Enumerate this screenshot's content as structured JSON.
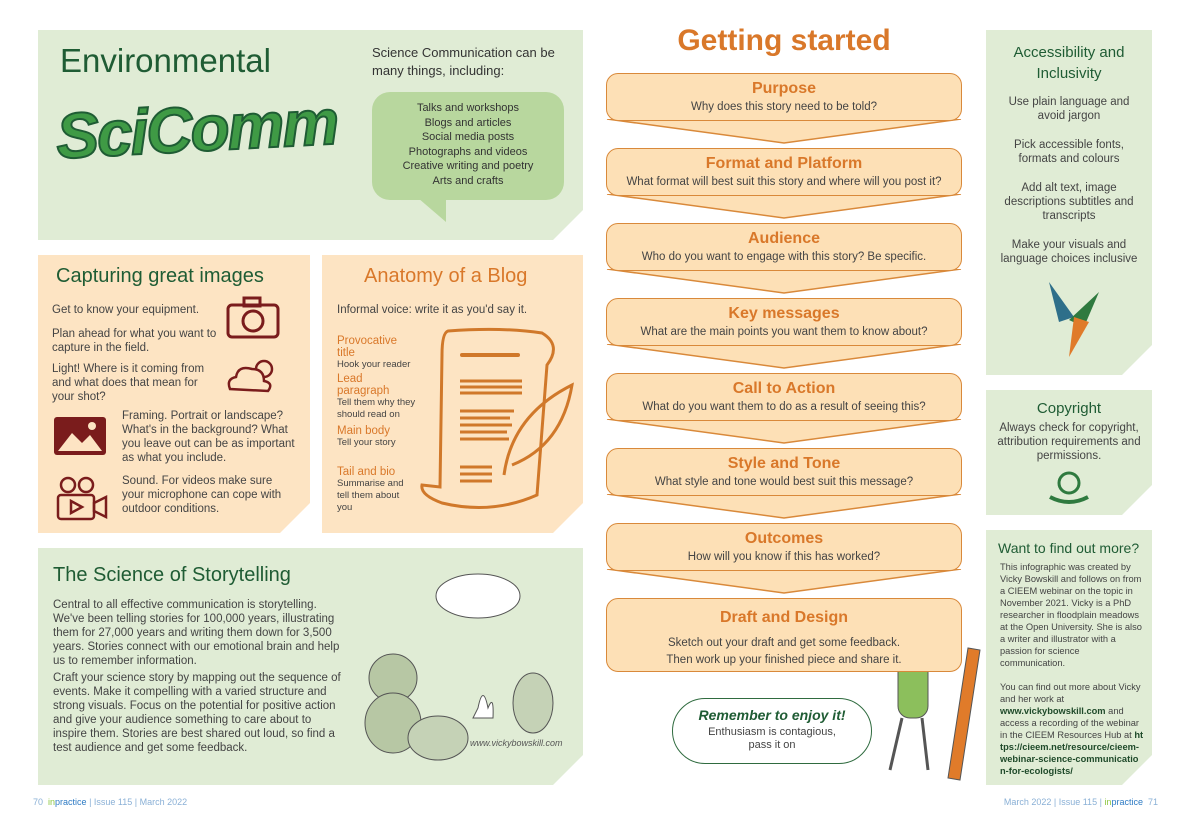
{
  "scicomm": {
    "title": "Environmental",
    "logo_text": "SciComm",
    "intro": "Science Communication can be many things, including:",
    "items": [
      "Talks and workshops",
      "Blogs and articles",
      "Social media posts",
      "Photographs and videos",
      "Creative writing and poetry",
      "Arts and crafts"
    ]
  },
  "images": {
    "title": "Capturing great images",
    "tips": [
      "Get to know your equipment.",
      "Plan ahead for what you want to capture in the field.",
      "Light! Where is it coming from and what does that mean for your shot?",
      "Framing. Portrait or landscape? What's in the background? What you leave out can be as important as what you include.",
      "Sound. For videos make sure your microphone can cope with outdoor conditions."
    ]
  },
  "blog": {
    "title": "Anatomy of a Blog",
    "intro": "Informal voice: write it as you'd say it.",
    "parts": [
      {
        "label": "Provocative title",
        "desc": "Hook your reader"
      },
      {
        "label": "Lead paragraph",
        "desc": "Tell them why  they should read on"
      },
      {
        "label": "Main body",
        "desc": "Tell your story"
      },
      {
        "label": "Tail and bio",
        "desc": "Summarise and tell them about you"
      }
    ]
  },
  "story": {
    "title": "The Science of Storytelling",
    "p1": "Central to all effective communication is storytelling. We've been telling stories for 100,000 years, illustrating them for 27,000 years and writing them down for 3,500 years. Stories connect with our emotional brain and help us to remember information.",
    "p2": "Craft your science story by mapping out the sequence of events. Make it compelling with a varied structure and strong visuals. Focus on the potential for positive action and give your audience something to care about to inspire them. Stories are best shared out loud, so find a test audience and get some feedback.",
    "signature": "www.vickybowskill.com"
  },
  "getting_started": {
    "title": "Getting started",
    "steps": [
      {
        "title": "Purpose",
        "desc": "Why does this story need to be told?"
      },
      {
        "title": "Format and Platform",
        "desc": "What format will best suit this story and where will you post it?"
      },
      {
        "title": "Audience",
        "desc": "Who do you want to engage with this story? Be specific."
      },
      {
        "title": "Key messages",
        "desc": "What are the main points you want them to know about?"
      },
      {
        "title": "Call to Action",
        "desc": "What do you want them to do as a result of seeing this?"
      },
      {
        "title": "Style and Tone",
        "desc": "What style and tone would best suit this message?"
      },
      {
        "title": "Outcomes",
        "desc": "How will you know if this has worked?"
      },
      {
        "title": "Draft and Design",
        "desc": "Sketch out your draft and get some feedback. Then work  up your finished piece and share it."
      }
    ],
    "bubble_title": "Remember to enjoy it!",
    "bubble_text": "Enthusiasm is contagious, pass it on"
  },
  "access": {
    "title": "Accessibility and Inclusivity",
    "items": [
      "Use plain language and avoid jargon",
      "Pick accessible fonts, formats and colours",
      "Add alt text, image descriptions subtitles and transcripts",
      "Make your visuals and language choices inclusive"
    ]
  },
  "copyright": {
    "title": "Copyright",
    "text": "Always check for copyright, attribution requirements and permissions."
  },
  "more": {
    "title": "Want to find out more?",
    "p1": "This infographic was created by Vicky Bowskill and follows on from a CIEEM webinar on the topic in November 2021.  Vicky is a PhD researcher in floodplain meadows at the Open University. She is also a writer and illustrator with a passion for science communication.",
    "p2a": "You can find out more about Vicky and her work at",
    "link1": "www.vickybowskill.com",
    "p2b": "and access a recording of the webinar in the CIEEM Resources Hub at",
    "link2": "https://cieem.net/resource/cieem-webinar-science-communication-for-ecologists/"
  },
  "footer": {
    "left_page": "70",
    "in": "in",
    "practice": "practice",
    "issue": "| Issue 115 | March 2022",
    "right_date": "March 2022 | Issue 115 |",
    "right_page": "71"
  },
  "colors": {
    "green_panel": "#e0ecd5",
    "orange_panel": "#fde4c3",
    "green_title": "#1f5c34",
    "orange_title": "#d9782a"
  }
}
